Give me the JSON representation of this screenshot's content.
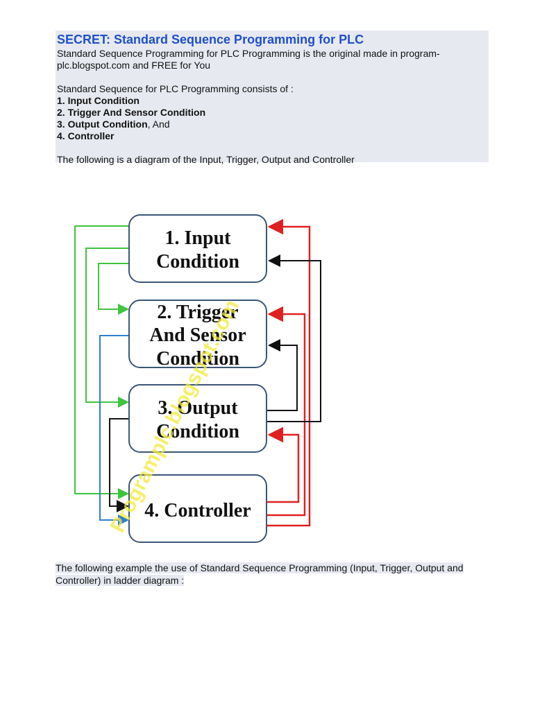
{
  "header": {
    "title": "SECRET: Standard Sequence Programming for PLC",
    "intro_line1": "Standard Sequence Programming for PLC Programming is the original made in program-",
    "intro_line2": "plc.blogspot.com and FREE for You",
    "consists_of": "Standard Sequence for PLC Programming consists of :",
    "items": [
      "1. Input Condition",
      "2. Trigger And Sensor Condition",
      "3. Output Condition",
      "4. Controller"
    ],
    "and_suffix": ", And",
    "diagram_caption": "The following is a diagram of the Input, Trigger, Output and Controller"
  },
  "diagram": {
    "boxes": [
      {
        "line1": "1. Input",
        "line2": "Condition"
      },
      {
        "line1": "2. Trigger",
        "line2": "And Sensor",
        "line3": "Condition"
      },
      {
        "line1": "3. Output",
        "line2": "Condition"
      },
      {
        "line1": "4. Controller"
      }
    ],
    "watermark": "Programplc.blogspot.com",
    "colors": {
      "green": "#3ec43e",
      "blue": "#2f7fd0",
      "red": "#e02020",
      "black": "#111111",
      "box_border": "#3a5578"
    }
  },
  "footer": {
    "line1": "The following example the use of Standard Sequence Programming (Input, Trigger, Output and",
    "line2": "Controller) in ladder diagram :"
  }
}
